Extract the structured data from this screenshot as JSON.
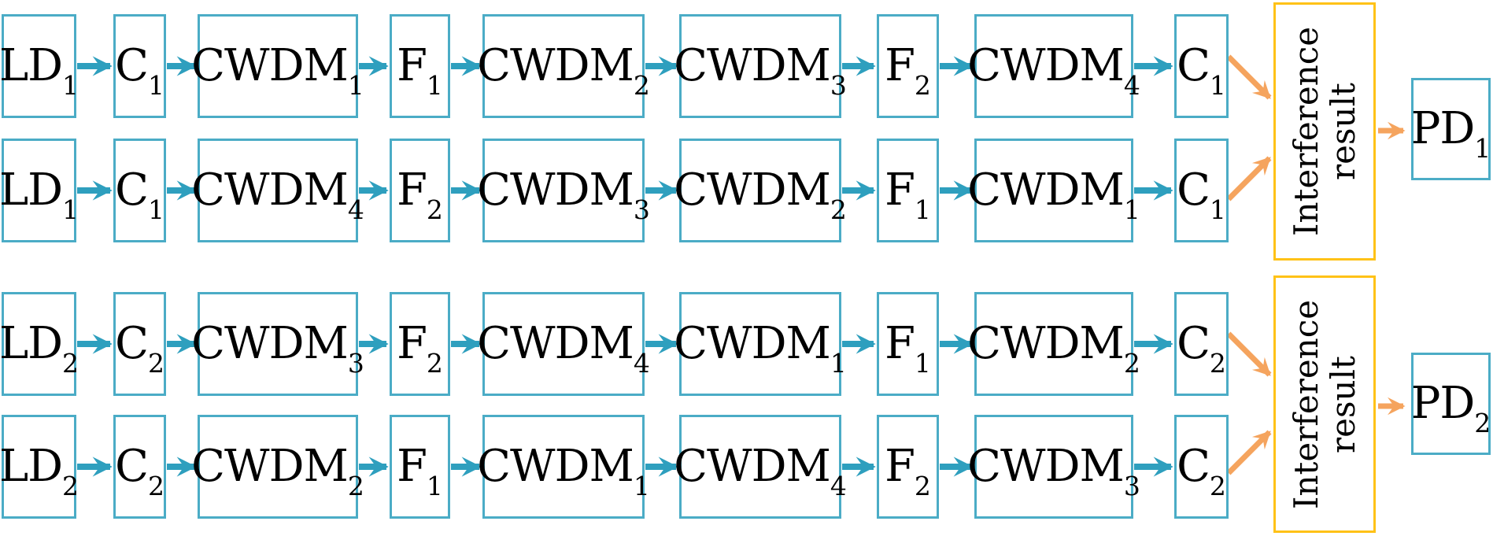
{
  "diagram": {
    "colors": {
      "box_border": "#4BACC6",
      "flow_arrow": "#2E9FBE",
      "merge_arrow": "#F5A45E",
      "result_border": "#FFC217",
      "text": "#000000",
      "background": "#FFFFFF"
    },
    "rows": [
      {
        "boxes": [
          {
            "main": "LD",
            "sub": "1"
          },
          {
            "main": "C",
            "sub": "1"
          },
          {
            "main": "CWDM",
            "sub": "1"
          },
          {
            "main": "F",
            "sub": "1"
          },
          {
            "main": "CWDM",
            "sub": "2"
          },
          {
            "main": "CWDM",
            "sub": "3"
          },
          {
            "main": "F",
            "sub": "2"
          },
          {
            "main": "CWDM",
            "sub": "4"
          },
          {
            "main": "C",
            "sub": "1"
          }
        ]
      },
      {
        "boxes": [
          {
            "main": "LD",
            "sub": "1"
          },
          {
            "main": "C",
            "sub": "1"
          },
          {
            "main": "CWDM",
            "sub": "4"
          },
          {
            "main": "F",
            "sub": "2"
          },
          {
            "main": "CWDM",
            "sub": "3"
          },
          {
            "main": "CWDM",
            "sub": "2"
          },
          {
            "main": "F",
            "sub": "1"
          },
          {
            "main": "CWDM",
            "sub": "1"
          },
          {
            "main": "C",
            "sub": "1"
          }
        ]
      },
      {
        "boxes": [
          {
            "main": "LD",
            "sub": "2"
          },
          {
            "main": "C",
            "sub": "2"
          },
          {
            "main": "CWDM",
            "sub": "3"
          },
          {
            "main": "F",
            "sub": "2"
          },
          {
            "main": "CWDM",
            "sub": "4"
          },
          {
            "main": "CWDM",
            "sub": "1"
          },
          {
            "main": "F",
            "sub": "1"
          },
          {
            "main": "CWDM",
            "sub": "2"
          },
          {
            "main": "C",
            "sub": "2"
          }
        ]
      },
      {
        "boxes": [
          {
            "main": "LD",
            "sub": "2"
          },
          {
            "main": "C",
            "sub": "2"
          },
          {
            "main": "CWDM",
            "sub": "2"
          },
          {
            "main": "F",
            "sub": "1"
          },
          {
            "main": "CWDM",
            "sub": "1"
          },
          {
            "main": "CWDM",
            "sub": "4"
          },
          {
            "main": "F",
            "sub": "2"
          },
          {
            "main": "CWDM",
            "sub": "3"
          },
          {
            "main": "C",
            "sub": "2"
          }
        ]
      }
    ],
    "interference": [
      {
        "label": "Interference result"
      },
      {
        "label": "Interference result"
      }
    ],
    "outputs": [
      {
        "main": "PD",
        "sub": "1"
      },
      {
        "main": "PD",
        "sub": "2"
      }
    ]
  }
}
